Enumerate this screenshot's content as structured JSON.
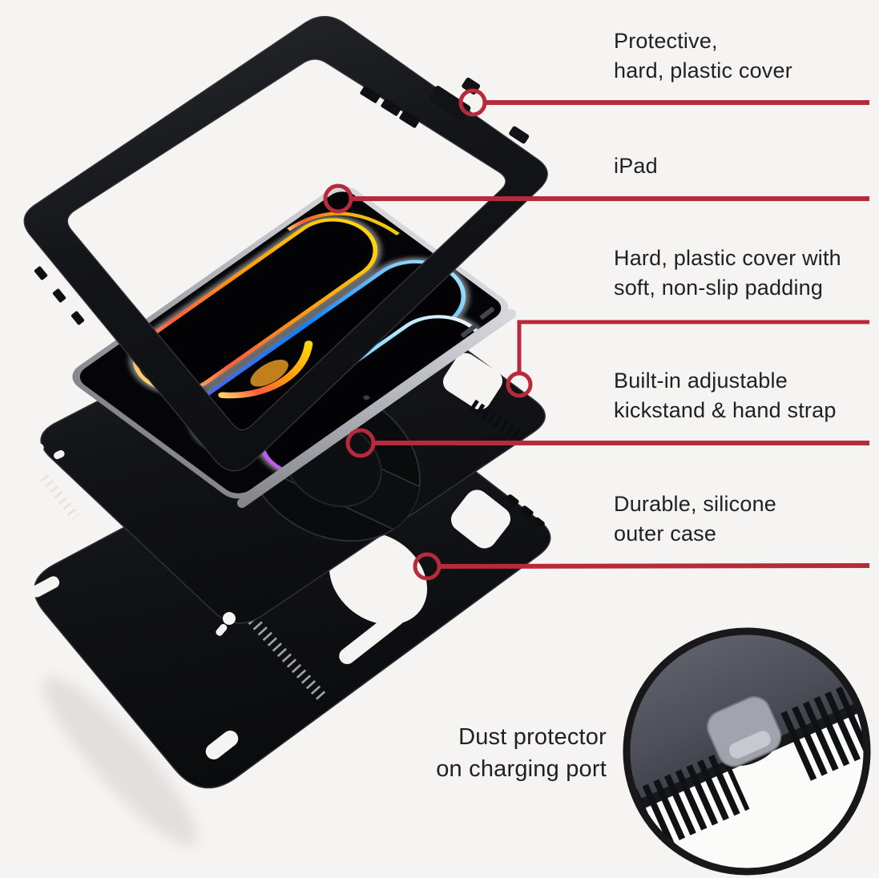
{
  "colors": {
    "background": "#f5f4f2",
    "accent_red": "#b62a3c",
    "text": "#202124"
  },
  "callouts": [
    {
      "id": "front-frame",
      "line1": "Protective,",
      "line2": "hard, plastic cover"
    },
    {
      "id": "ipad",
      "line1": "iPad",
      "line2": ""
    },
    {
      "id": "back-cover",
      "line1": "Hard, plastic cover with",
      "line2": "soft, non-slip padding"
    },
    {
      "id": "kickstand",
      "line1": "Built-in adjustable",
      "line2": "kickstand & hand strap"
    },
    {
      "id": "outer-case",
      "line1": "Durable, silicone",
      "line2": "outer case"
    }
  ],
  "inset_label": {
    "line1": "Dust protector",
    "line2": "on charging port"
  },
  "diagram": {
    "layers": [
      "hard-plastic-front-frame",
      "ipad-tablet",
      "hard-back-cover-with-kickstand",
      "silicone-outer-case"
    ],
    "inset": "charging-port-dust-protector-closeup"
  }
}
